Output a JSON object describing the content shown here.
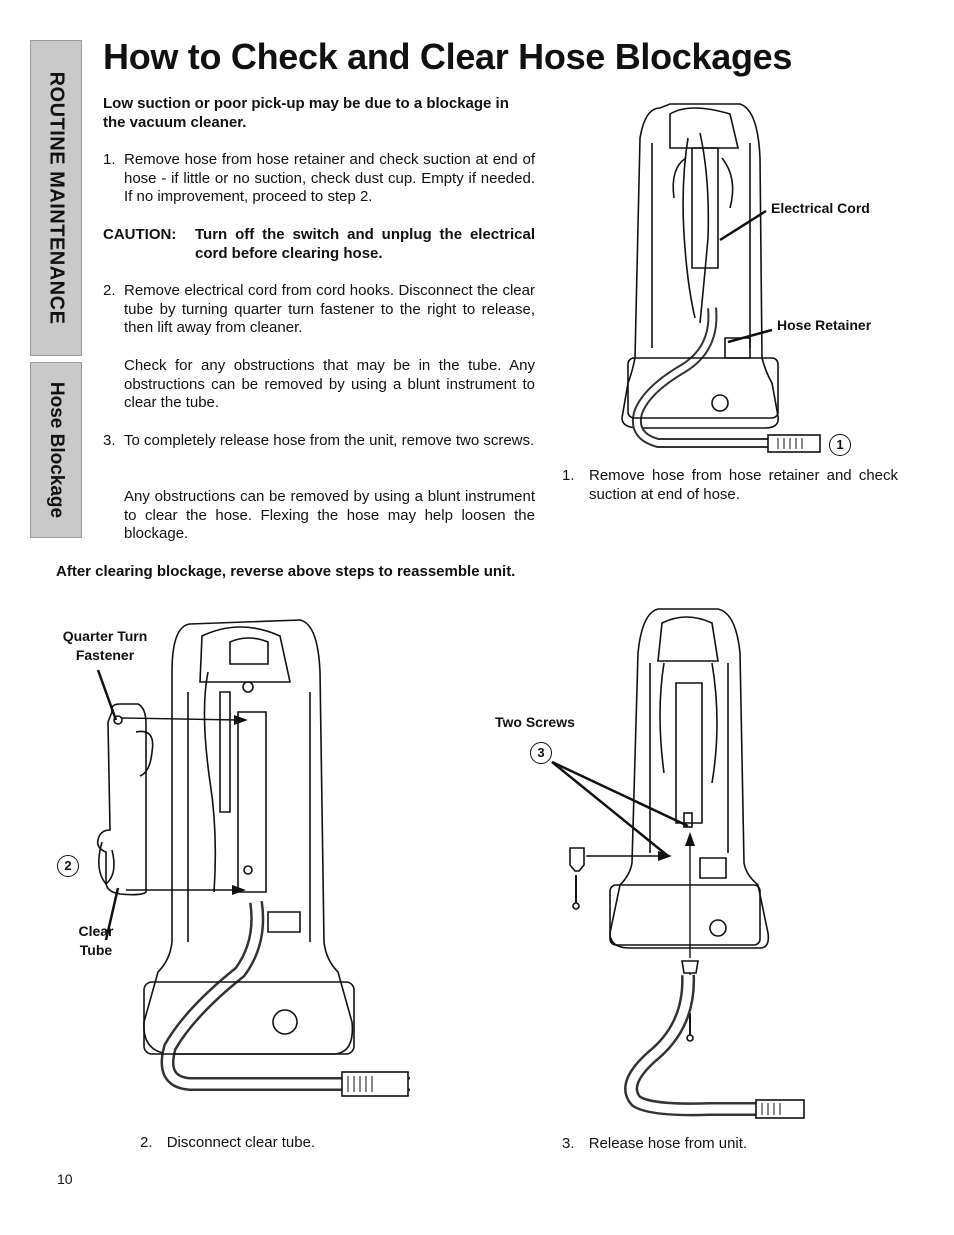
{
  "side_tabs": {
    "section": "ROUTINE MAINTENANCE",
    "topic": "Hose Blockage"
  },
  "page": {
    "title": "How to Check and Clear Hose Blockages",
    "intro": "Low suction or poor pick-up may be due to a blockage in the vacuum cleaner.",
    "steps": [
      {
        "num": "1.",
        "text": "Remove hose from hose retainer and check suction at end of hose - if little or no suction, check dust cup. Empty if needed. If no improvement, proceed to step 2."
      },
      {
        "num": "2.",
        "text": "Remove electrical cord from cord hooks. Disconnect the clear tube by turning quarter turn fastener to the right to release, then lift away from cleaner."
      },
      {
        "num": "",
        "text": "Check for any obstructions that may be in the tube. Any obstructions can be removed by using a blunt instrument to clear the tube."
      },
      {
        "num": "3.",
        "text": "To completely release hose from the unit, remove two screws."
      },
      {
        "num": "",
        "text": "Any obstructions can be removed by using a blunt instrument to clear the hose. Flexing the hose may help loosen the blockage."
      }
    ],
    "caution_label": "CAUTION:",
    "caution_text": "Turn off the switch and unplug the electrical cord before clearing hose.",
    "after_note": "After clearing blockage, reverse above steps to reassemble unit.",
    "page_number": "10"
  },
  "figures": {
    "fig1": {
      "badge": "1",
      "label_cord": "Electrical Cord",
      "label_retainer": "Hose Retainer",
      "caption_num": "1.",
      "caption": "Remove hose from hose retainer and check suction at end of hose."
    },
    "fig2": {
      "badge": "2",
      "label_fastener_1": "Quarter Turn",
      "label_fastener_2": "Fastener",
      "label_tube_1": "Clear",
      "label_tube_2": "Tube",
      "caption_num": "2.",
      "caption": "Disconnect clear tube."
    },
    "fig3": {
      "badge": "3",
      "label_screws": "Two Screws",
      "caption_num": "3.",
      "caption": "Release hose from unit."
    }
  }
}
